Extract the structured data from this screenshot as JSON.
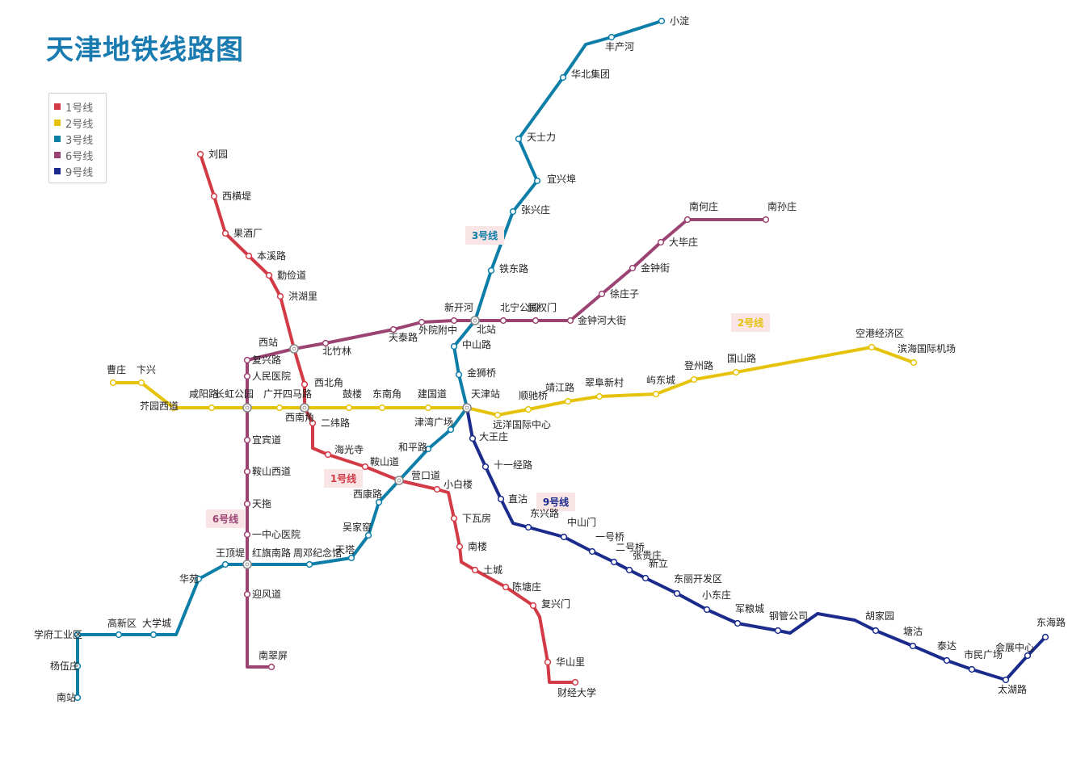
{
  "title": "天津地铁线路图",
  "lines": [
    {
      "id": "line1",
      "name": "1号线",
      "color": "#d23a46",
      "stations": [
        "刘园",
        "西横堤",
        "果酒厂",
        "本溪路",
        "勤俭道",
        "洪湖里",
        "西站",
        "西北角",
        "西南角",
        "二纬路",
        "海光寺",
        "鞍山道",
        "营口道",
        "小白楼",
        "下瓦房",
        "南楼",
        "土城",
        "陈塘庄",
        "复兴门",
        "华山里",
        "财经大学"
      ]
    },
    {
      "id": "line2",
      "name": "2号线",
      "color": "#e6c30b",
      "stations": [
        "曹庄",
        "卞兴",
        "芥园西道",
        "咸阳路",
        "长虹公园",
        "广开四马路",
        "西南角",
        "鼓楼",
        "东南角",
        "建国道",
        "天津站",
        "远洋国际中心",
        "顺驰桥",
        "靖江路",
        "翠阜新村",
        "屿东城",
        "登州路",
        "国山路",
        "空港经济区",
        "滨海国际机场"
      ]
    },
    {
      "id": "line3",
      "name": "3号线",
      "color": "#0d7ea8",
      "stations": [
        "小淀",
        "丰产河",
        "华北集团",
        "天士力",
        "宜兴埠",
        "张兴庄",
        "铁东路",
        "北站",
        "中山路",
        "金狮桥",
        "天津站",
        "津湾广场",
        "和平路",
        "营口道",
        "西康路",
        "吴家窑",
        "天塔",
        "周邓纪念馆",
        "红旗南路",
        "王顶堤",
        "华苑",
        "大学城",
        "高新区",
        "学府工业区",
        "杨伍庄",
        "南站"
      ]
    },
    {
      "id": "line6",
      "name": "6号线",
      "color": "#9b4473",
      "stations": [
        "南孙庄",
        "南何庄",
        "大毕庄",
        "金钟街",
        "徐庄子",
        "金钟河大街",
        "民权门",
        "北宁公园",
        "北站",
        "外院附中",
        "新开河",
        "天泰路",
        "北竹林",
        "西站",
        "复兴路",
        "人民医院",
        "长虹公园",
        "宜宾道",
        "鞍山西道",
        "天拖",
        "一中心医院",
        "红旗南路",
        "迎风道",
        "南翠屏"
      ]
    },
    {
      "id": "line9",
      "name": "9号线",
      "color": "#1a2b8c",
      "stations": [
        "天津站",
        "大王庄",
        "十一经路",
        "直沽",
        "东兴路",
        "中山门",
        "一号桥",
        "二号桥",
        "张贵庄",
        "新立",
        "东丽开发区",
        "小东庄",
        "军粮城",
        "钢管公司",
        "胡家园",
        "塘沽",
        "泰达",
        "市民广场",
        "太湖路",
        "会展中心",
        "东海路"
      ]
    }
  ],
  "line_tags": [
    {
      "text": "1号线",
      "line": "line1"
    },
    {
      "text": "2号线",
      "line": "line2"
    },
    {
      "text": "3号线",
      "line": "line3"
    },
    {
      "text": "6号线",
      "line": "line6"
    },
    {
      "text": "9号线",
      "line": "line9"
    }
  ]
}
